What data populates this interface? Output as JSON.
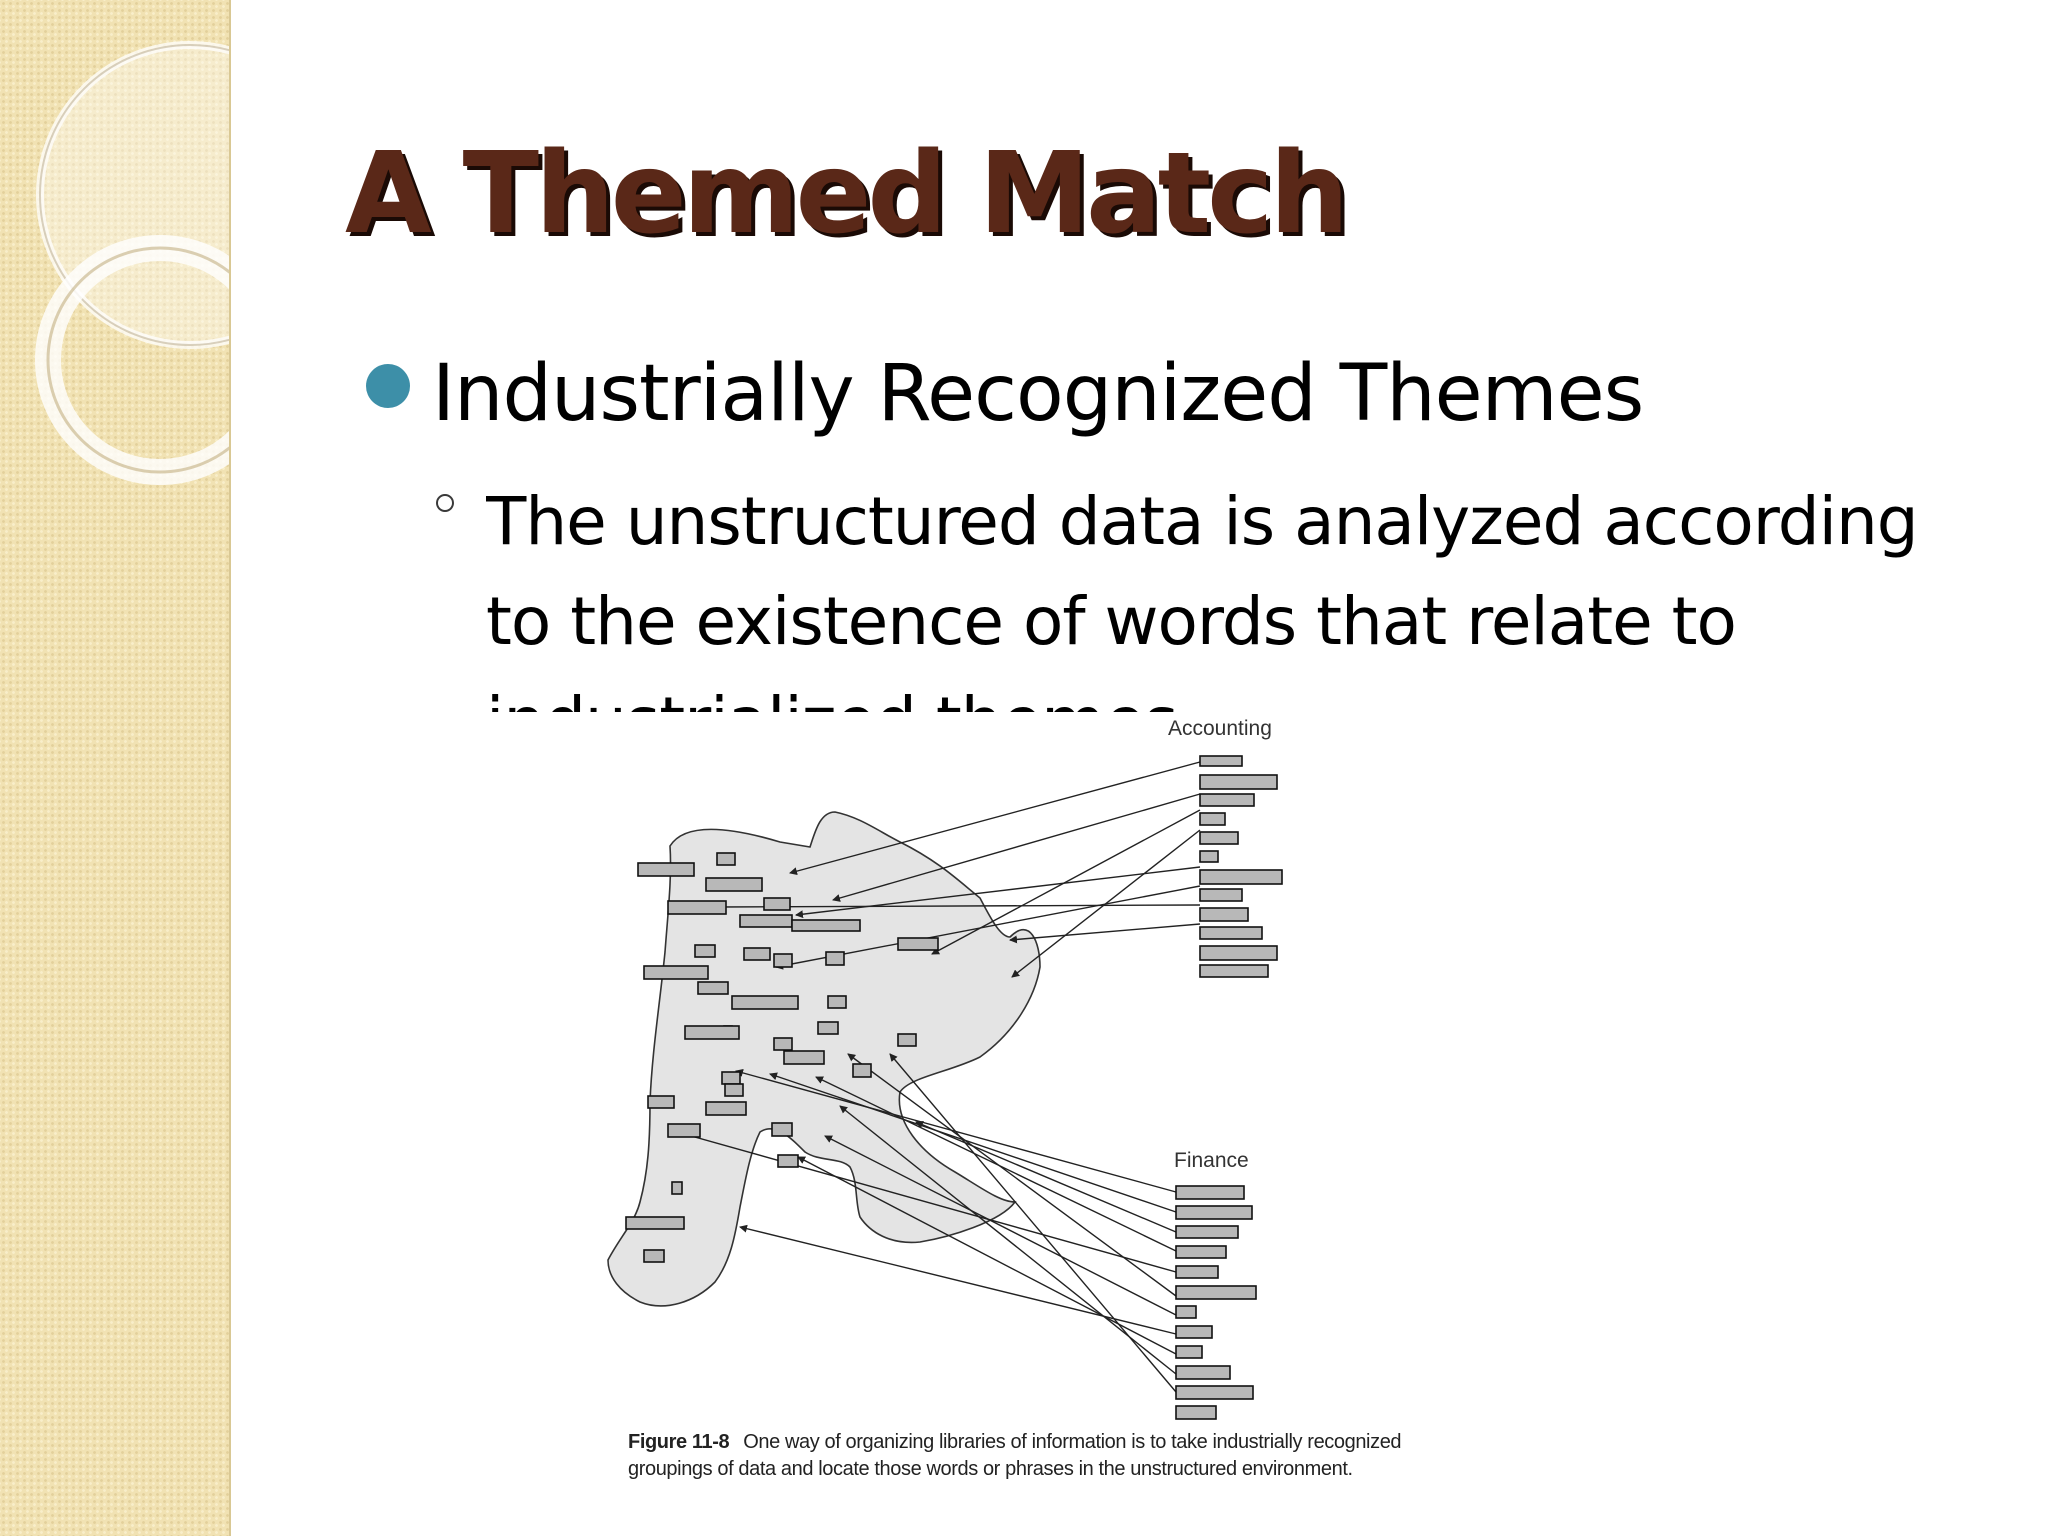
{
  "slide": {
    "title": "A Themed Match",
    "bullets": [
      {
        "text": "Industrially Recognized Themes",
        "sub_bullets": [
          {
            "text": "The unstructured data is analyzed according to the existence of words that relate to industrialized themes"
          }
        ]
      }
    ]
  },
  "figure": {
    "group_labels": {
      "accounting": "Accounting",
      "finance": "Finance"
    },
    "caption_label": "Figure 11-8",
    "caption_text": "One way of organizing libraries of information is to take industrially recognized groupings of data and locate those words or phrases in the unstructured environment."
  },
  "colors": {
    "title": "#5a2818",
    "title_shadow": "#1a0a05",
    "bullet": "#3d8fa8",
    "sidebar": "#f1e2b3",
    "blob_fill": "#e4e4e4",
    "box_fill": "#b8b8b8"
  }
}
